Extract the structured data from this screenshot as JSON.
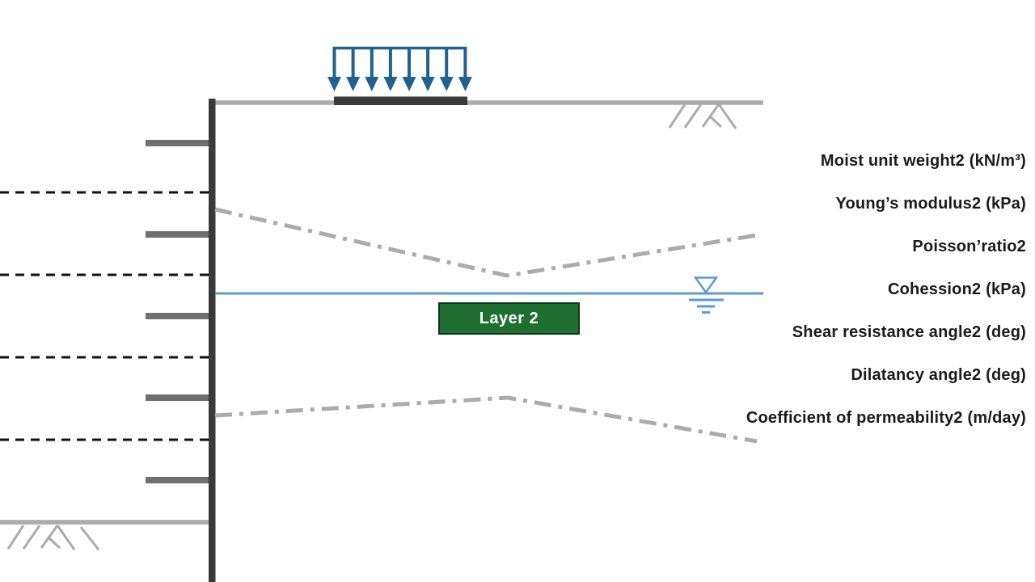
{
  "figure": {
    "type": "geotechnical cross-section with retaining wall, struts, surcharge load, water table and soil layer",
    "layer_box": {
      "label": "Layer 2"
    },
    "parameter_labels": [
      "Moist unit weight2 (kN/m³)",
      "Young’s modulus2 (kPa)",
      "Poisson’ratio2",
      "Cohession2 (kPa)",
      "Shear resistance angle2 (deg)",
      "Dilatancy angle2 (deg)",
      "Coefficient of permeability2 (m/day)"
    ]
  },
  "colors": {
    "arrow-blue": "#20618E",
    "water-blue": "#5B9BD5",
    "layer-green": "#1E6F30",
    "layer-green-border": "#0D3517",
    "structure-dark": "#3A3A3A",
    "strut-gray": "#6F6F6F",
    "ground-gray": "#ABABAB",
    "dash-black": "#111111",
    "text-color": "#1A1A1A"
  }
}
